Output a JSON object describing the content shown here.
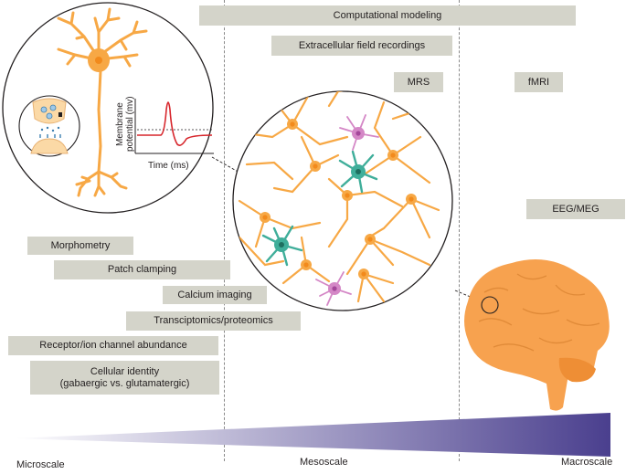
{
  "methods": {
    "computational_modeling": "Computational modeling",
    "extracellular": "Extracellular field recordings",
    "mrs": "MRS",
    "fmri": "fMRI",
    "eeg_meg": "EEG/MEG",
    "morphometry": "Morphometry",
    "patch_clamping": "Patch clamping",
    "calcium_imaging": "Calcium imaging",
    "transcriptomics": "Transciptomics/proteomics",
    "receptor": "Receptor/ion channel abundance",
    "cellular_identity_line1": "Cellular identity",
    "cellular_identity_line2": "(gabaergic vs. glutamatergic)"
  },
  "inset_plot": {
    "ylabel_line1": "Membrane",
    "ylabel_line2": "potential (mv)",
    "xlabel": "Time (ms)"
  },
  "scale_axis": {
    "micro": "Microscale",
    "meso": "Mesoscale",
    "macro": "Macroscale"
  },
  "colors": {
    "box_fill": "#d4d4ca",
    "neuron": "#f7a845",
    "neuron_nucleus": "#f28a1c",
    "astrocyte": "#3fae9a",
    "microglia": "#d487c6",
    "brain": "#f7a24f",
    "gradient_start": "#ffffff",
    "gradient_end": "#4a3f8e",
    "spike": "#d7262c"
  }
}
